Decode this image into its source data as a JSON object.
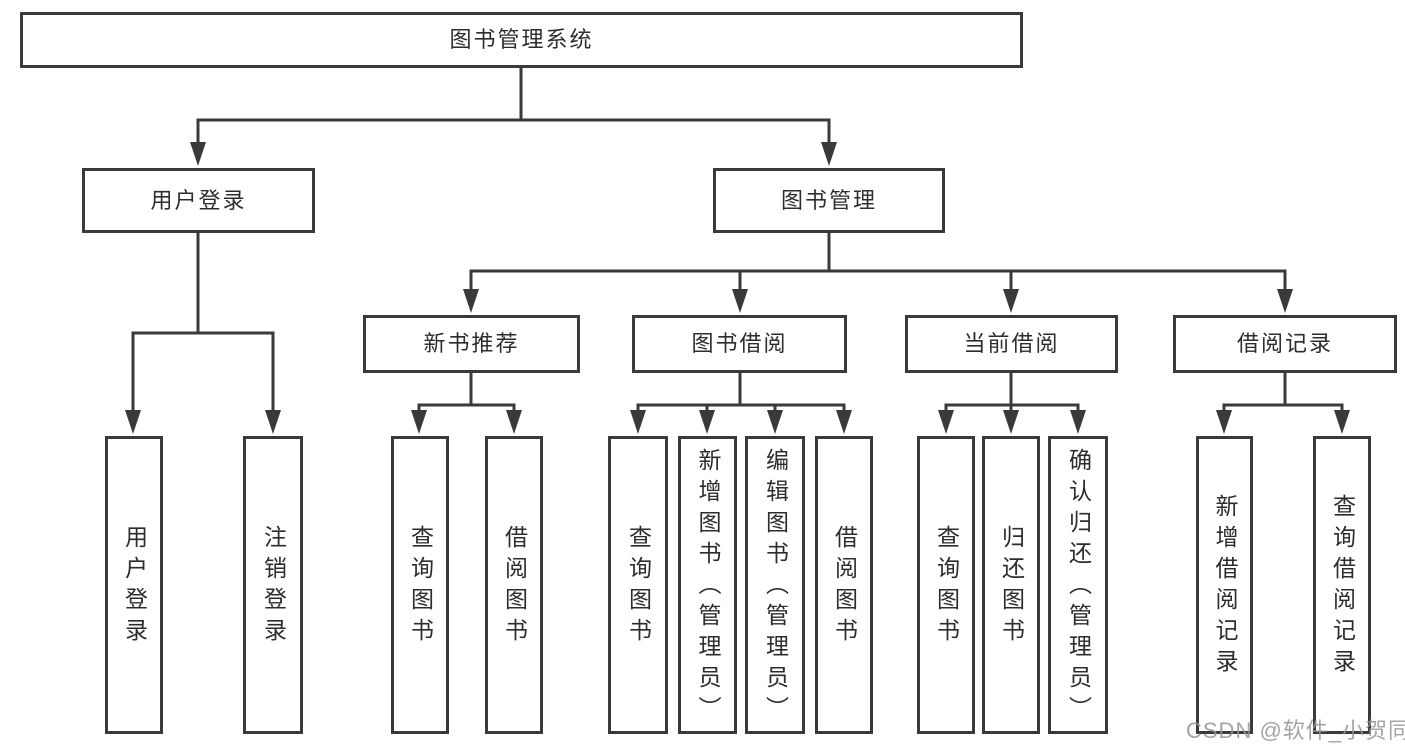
{
  "nodes": {
    "root": "图书管理系统",
    "user_login": "用户登录",
    "book_mgmt": "图书管理",
    "new_book_rec": "新书推荐",
    "book_borrow": "图书借阅",
    "current_borrow": "当前借阅",
    "borrow_records": "借阅记录",
    "leaf_user_login": "用户登录",
    "leaf_logout": "注销登录",
    "leaf_nb_query": "查询图书",
    "leaf_nb_borrow": "借阅图书",
    "leaf_bb_query": "查询图书",
    "leaf_bb_add": "新增图书（管理员）",
    "leaf_bb_edit": "编辑图书（管理员）",
    "leaf_bb_borrow": "借阅图书",
    "leaf_cb_query": "查询图书",
    "leaf_cb_return": "归还图书",
    "leaf_cb_confirm": "确认归还（管理员）",
    "leaf_br_add": "新增借阅记录",
    "leaf_br_query": "查询借阅记录"
  },
  "watermark": "CSDN @软件_小贺同学",
  "colors": {
    "line": "#3a3a3a",
    "text": "#2d2d2d",
    "watermark": "#949494",
    "background": "#ffffff"
  }
}
